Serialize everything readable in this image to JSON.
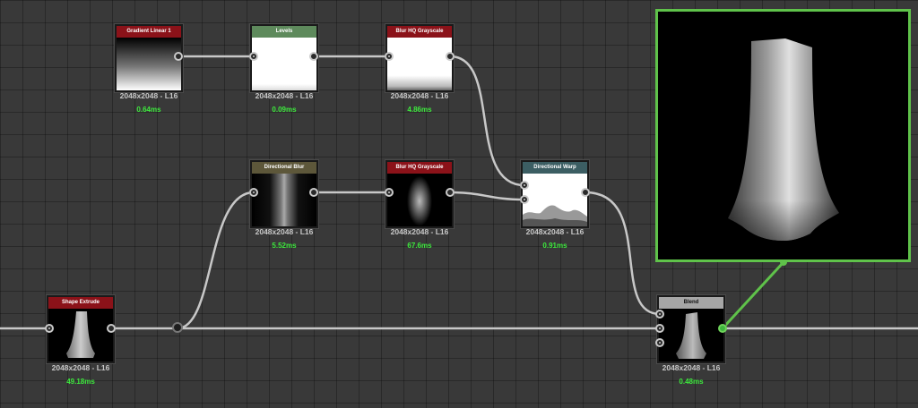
{
  "nodes": {
    "gradient_linear": {
      "title": "Gradient Linear 1",
      "info": "2048x2048 - L16",
      "time": "0.64ms"
    },
    "levels": {
      "title": "Levels",
      "info": "2048x2048 - L16",
      "time": "0.09ms"
    },
    "blur_hq_top": {
      "title": "Blur HQ Grayscale",
      "info": "2048x2048 - L16",
      "time": "4.86ms"
    },
    "directional_blur": {
      "title": "Directional Blur",
      "info": "2048x2048 - L16",
      "time": "5.52ms"
    },
    "blur_hq_mid": {
      "title": "Blur HQ Grayscale",
      "info": "2048x2048 - L16",
      "time": "67.6ms"
    },
    "directional_warp": {
      "title": "Directional Warp",
      "info": "2048x2048 - L16",
      "time": "0.91ms"
    },
    "shape_extrude": {
      "title": "Shape Extrude",
      "info": "2048x2048 - L16",
      "time": "49.18ms"
    },
    "blend": {
      "title": "Blend",
      "info": "2048x2048 - L16",
      "time": "0.48ms"
    }
  },
  "colors": {
    "header_red": "#8b1219",
    "header_green": "#5e8a5c",
    "header_olive": "#5d573a",
    "header_teal": "#3c5e63",
    "header_gray": "#a6a6a6",
    "timing_green": "#3dea3d",
    "selection_green": "#5fc24a",
    "wire": "#c8c8c8"
  }
}
